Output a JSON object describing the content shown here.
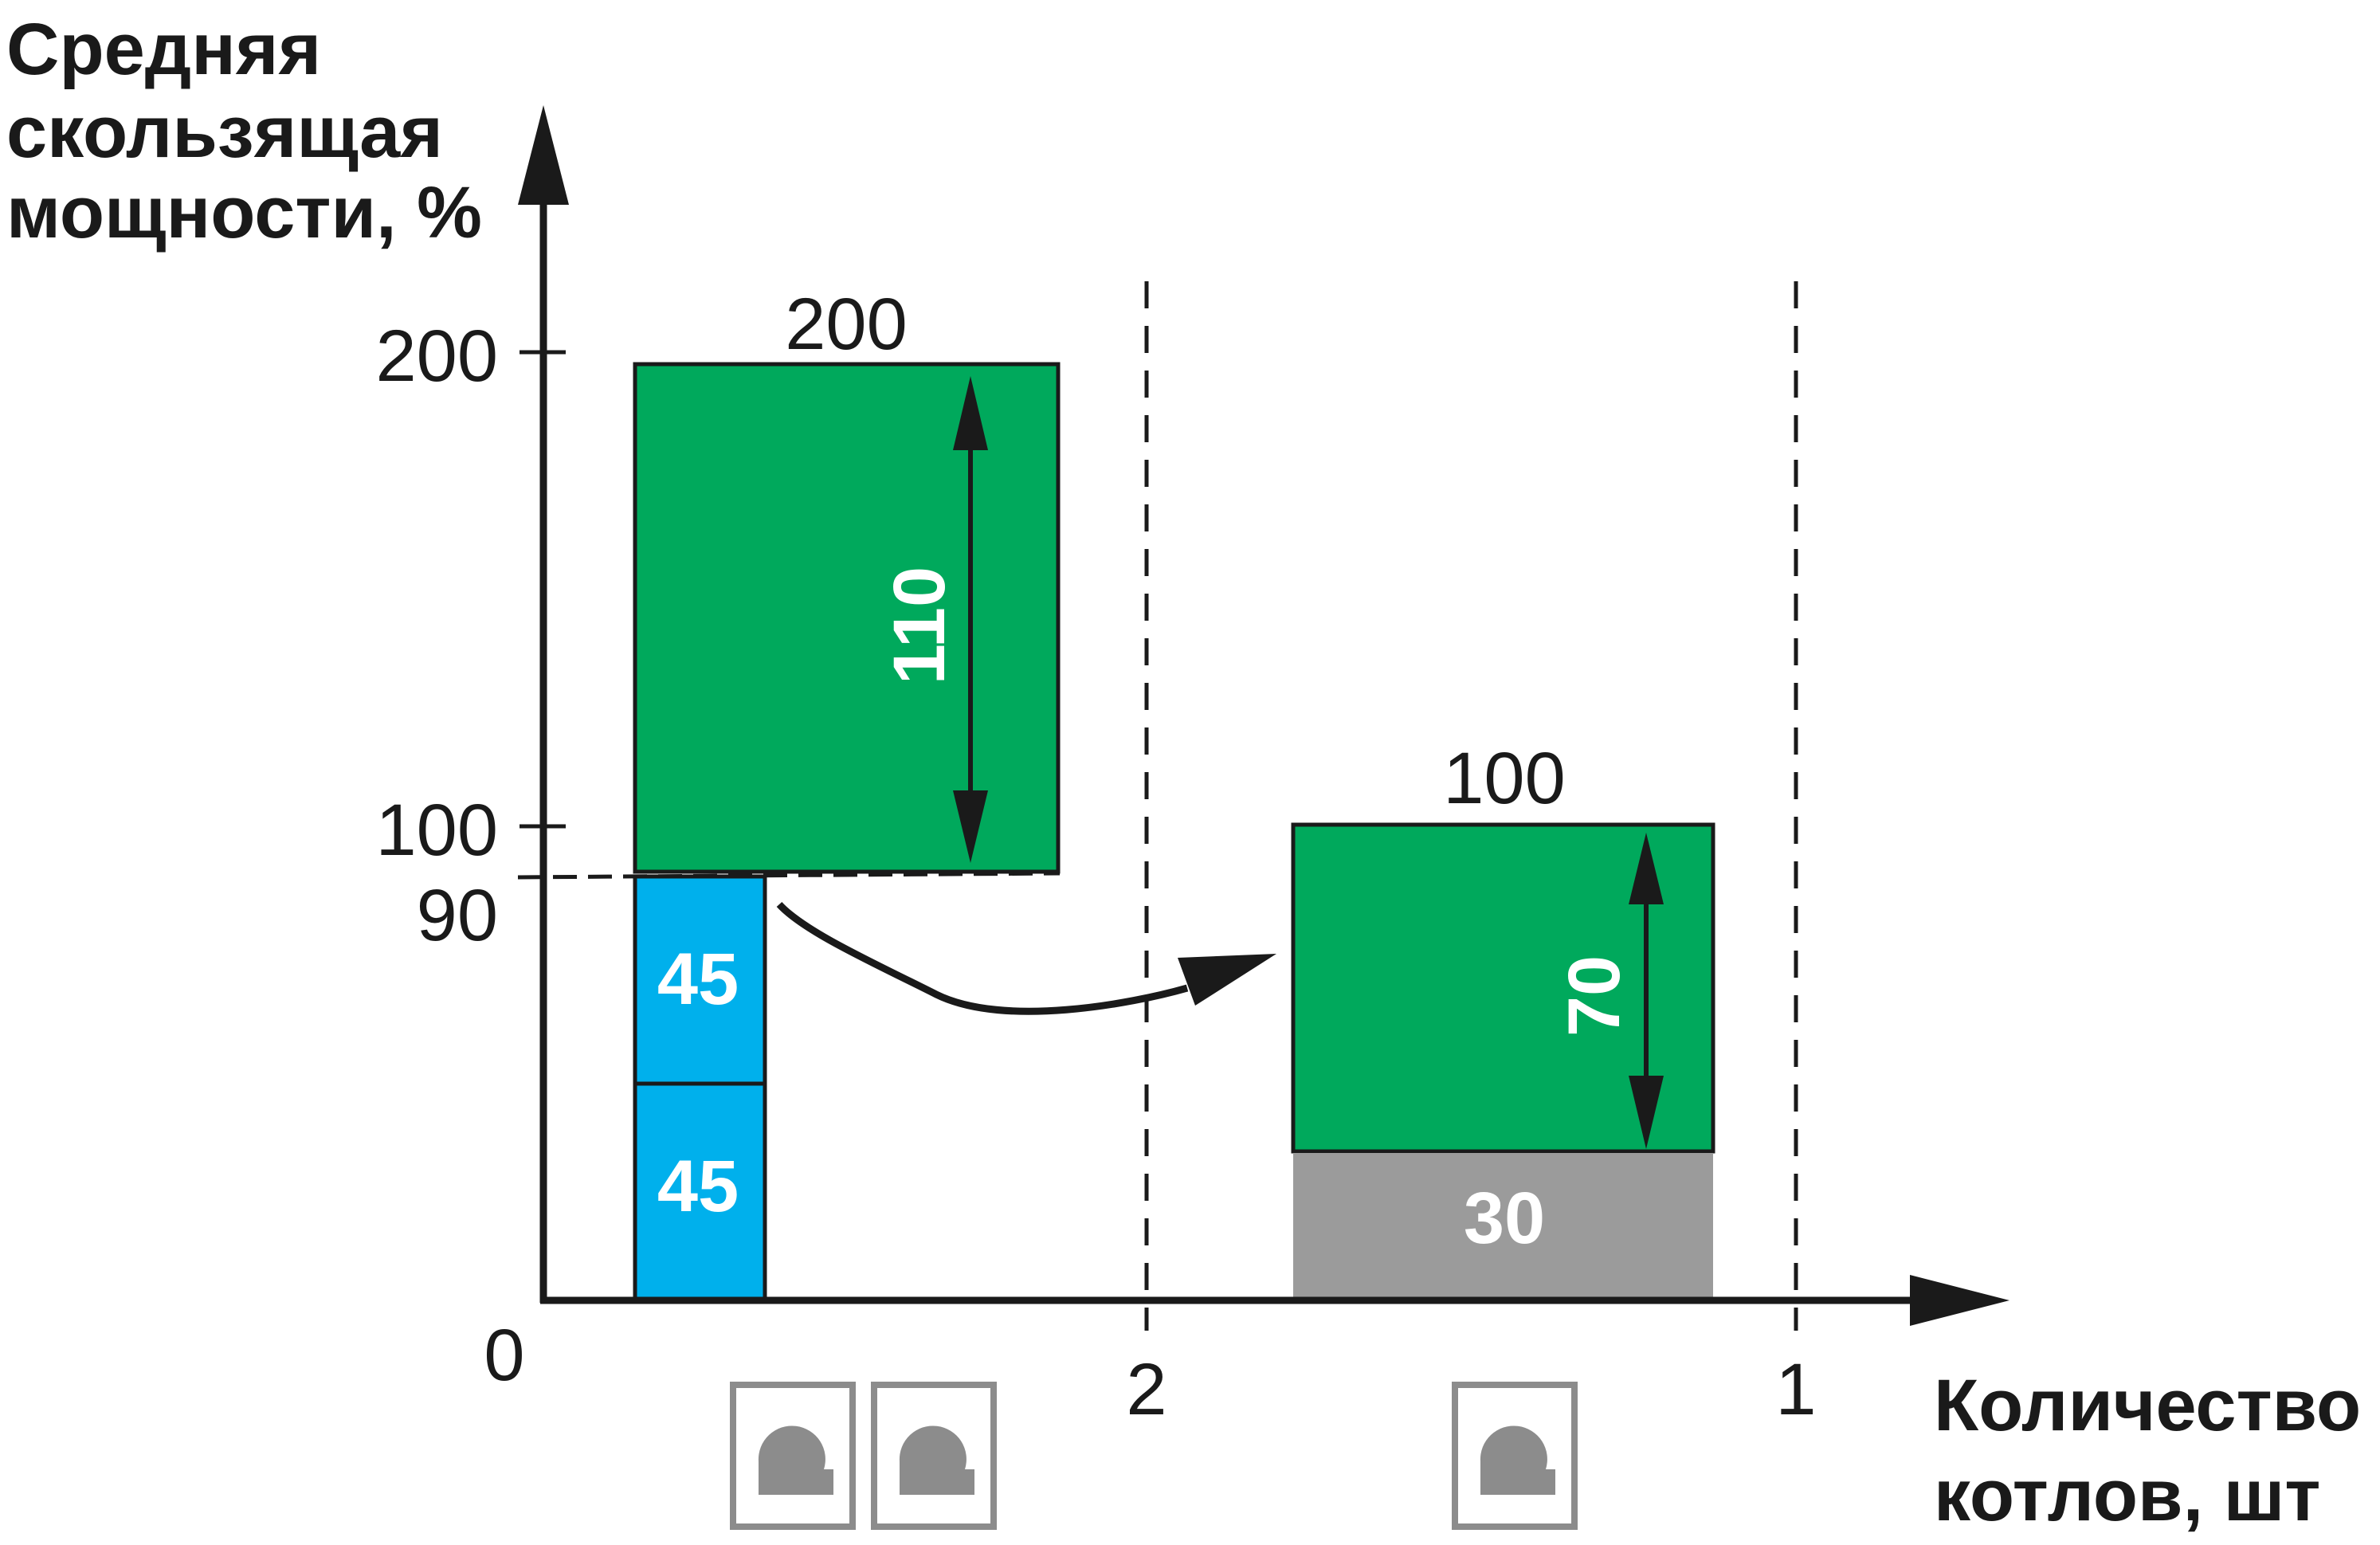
{
  "y_axis_title": [
    "Средняя",
    "скользящая",
    "мощности, %"
  ],
  "x_axis_title": [
    "Количество",
    "котлов, шт"
  ],
  "y_ticks": [
    "200",
    "100",
    "90"
  ],
  "origin_label": "0",
  "x_ticks": [
    "2",
    "1"
  ],
  "stage_two": {
    "top_label": "200",
    "range_label": "110",
    "block_labels": [
      "45",
      "45"
    ]
  },
  "stage_one": {
    "top_label": "100",
    "range_label": "70",
    "base_label": "30"
  },
  "colors": {
    "green": "#00a95c",
    "blue": "#00b0ec",
    "gray": "#9b9b9b",
    "boiler_icon": "#8c8c8c"
  },
  "icons": [
    "boiler-icon",
    "boiler-icon",
    "boiler-icon"
  ]
}
